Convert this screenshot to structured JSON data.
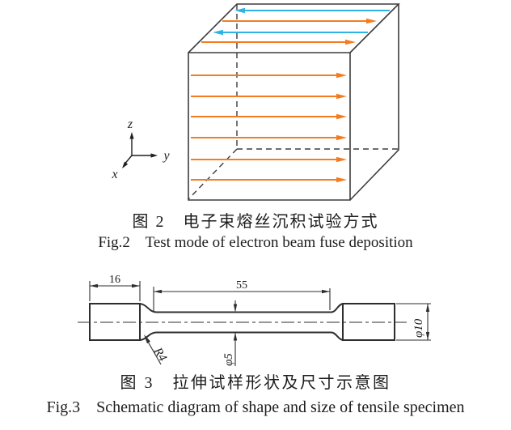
{
  "page": {
    "background": "#ffffff"
  },
  "figure2": {
    "caption_zh": "图 2　电子束熔丝沉积试验方式",
    "caption_en": "Fig.2    Test mode of electron beam fuse deposition",
    "axis_labels": {
      "x": "x",
      "y": "y",
      "z": "z"
    },
    "colors": {
      "orange": "#f47c20",
      "blue": "#31b2e7",
      "edge": "#3d3d3d"
    },
    "top_face_arrows": [
      {
        "row": 1,
        "direction": "left",
        "color": "blue"
      },
      {
        "row": 2,
        "direction": "right",
        "color": "orange"
      },
      {
        "row": 3,
        "direction": "left",
        "color": "blue"
      },
      {
        "row": 4,
        "direction": "right",
        "color": "orange"
      }
    ],
    "front_face_arrows": {
      "count": 6,
      "direction": "right",
      "color": "orange"
    }
  },
  "figure3": {
    "caption_zh": "图 3　拉伸试样形状及尺寸示意图",
    "caption_en": "Fig.3    Schematic diagram of shape and size of tensile specimen",
    "dimensions": {
      "grip_length": "16",
      "gauge_length": "55",
      "fillet_radius": "R4",
      "gauge_diameter": "φ5",
      "specimen_diameter": "φ10"
    }
  }
}
